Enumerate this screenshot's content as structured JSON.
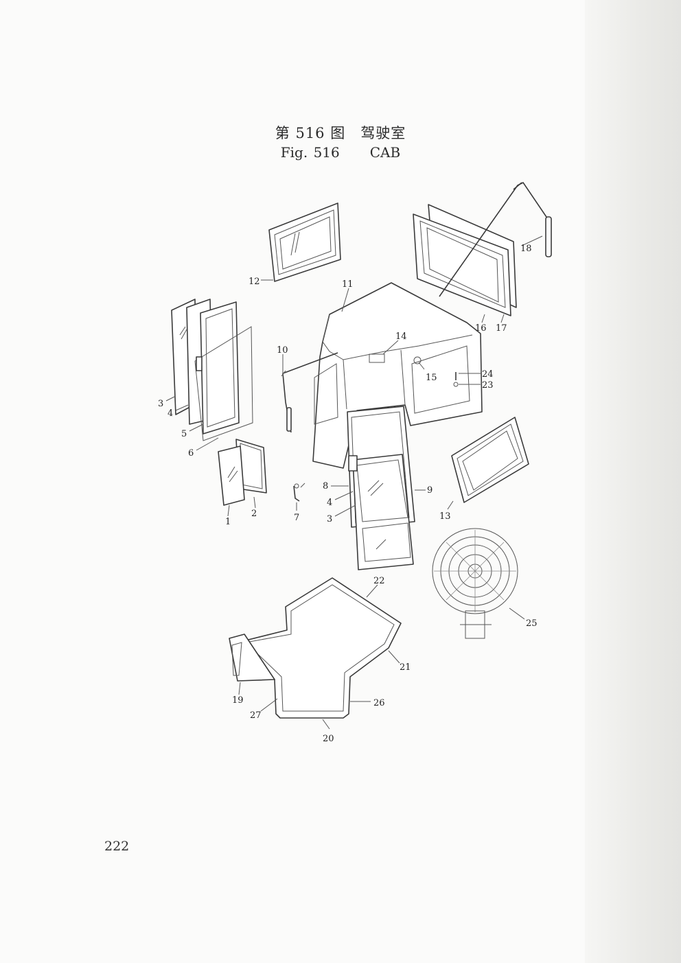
{
  "title": {
    "cn": "第 516 图　驾驶室",
    "en_fig": "Fig. 516",
    "en_name": "CAB"
  },
  "page_number": "222",
  "callouts": [
    "12",
    "11",
    "16",
    "17",
    "18",
    "14",
    "15",
    "24",
    "23",
    "10",
    "3",
    "4",
    "5",
    "6",
    "8",
    "9",
    "4",
    "3",
    "13",
    "1",
    "2",
    "7",
    "22",
    "21",
    "25",
    "19",
    "27",
    "26",
    "20"
  ]
}
